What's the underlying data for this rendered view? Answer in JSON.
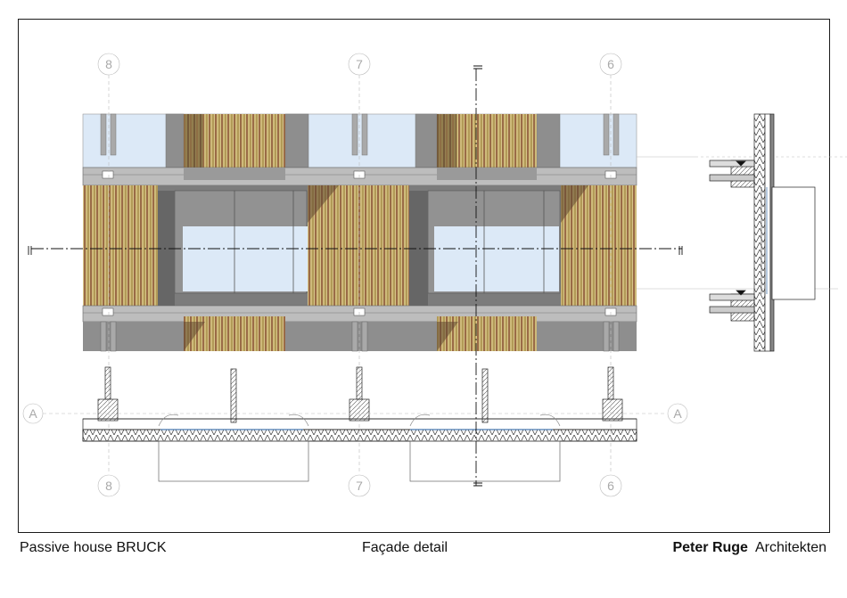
{
  "footer": {
    "project": "Passive house BRUCK",
    "sheet_title": "Façade detail",
    "firm_name": "Peter Ruge",
    "firm_suffix": "Architekten"
  },
  "grid_lines": {
    "top": [
      "8",
      "7",
      "6"
    ],
    "bottom": [
      "8",
      "7",
      "6"
    ],
    "section_left": "A",
    "section_right": "A"
  },
  "colors": {
    "frame": "#1a1a1a",
    "concrete": "#8c8c8c",
    "glass": "#dce9f7",
    "glass_light": "#edf4fb",
    "lamella_a": "#b29a57",
    "lamella_b": "#9a6b47",
    "lamella_c": "#c4ae6a",
    "shadow": "#6f6f6f"
  }
}
